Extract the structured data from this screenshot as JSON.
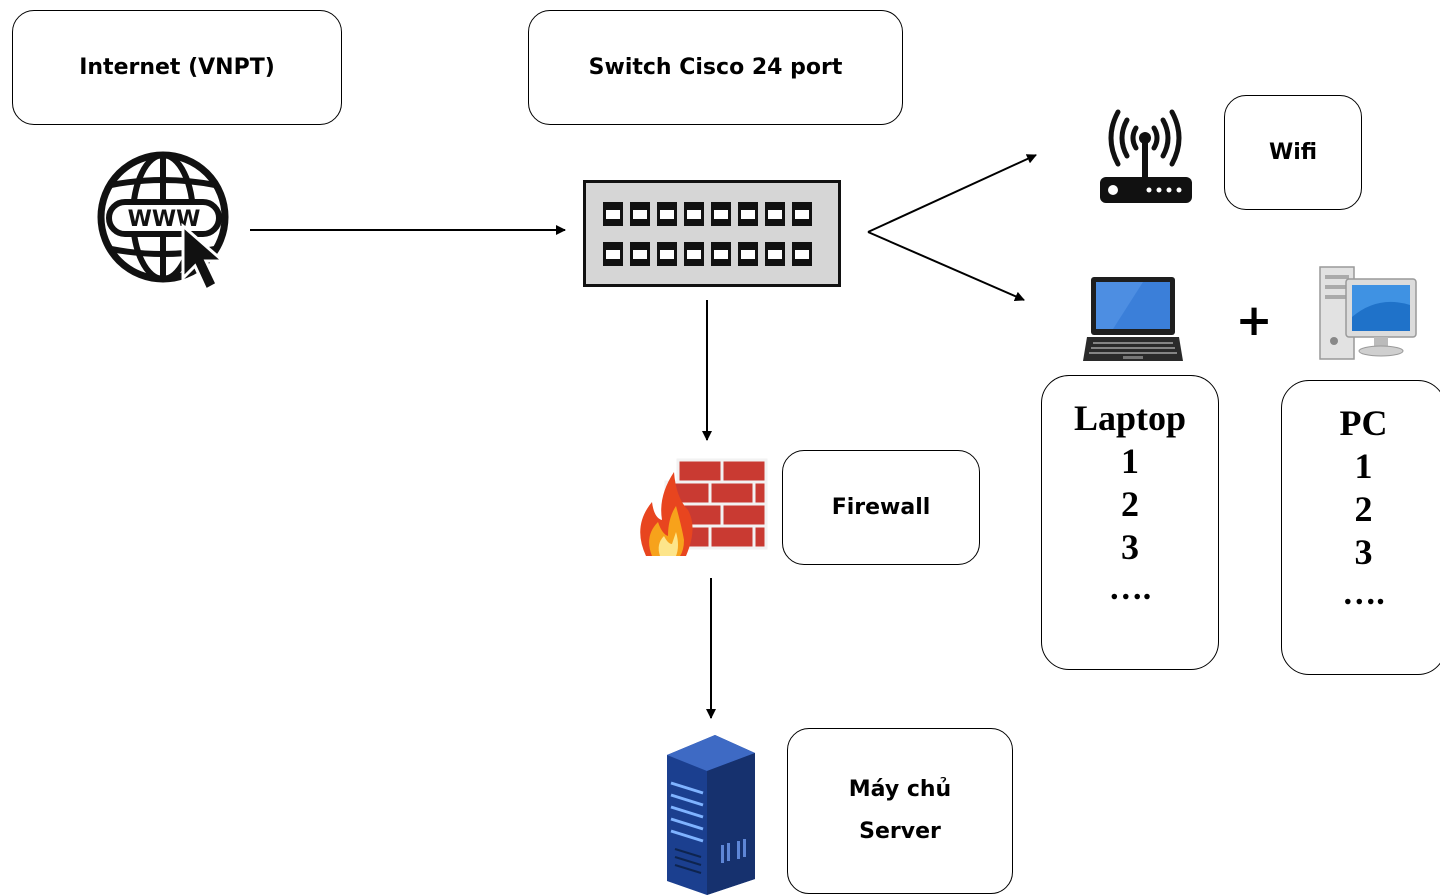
{
  "nodes": {
    "internet": "Internet (VNPT)",
    "switch": "Switch Cisco 24 port",
    "wifi": "Wifi",
    "firewall": "Firewall",
    "server_line1": "Máy chủ",
    "server_line2": "Server"
  },
  "icons": {
    "www": "WWW",
    "plus": "+"
  },
  "laptop_list": {
    "title": "Laptop",
    "items": [
      "1",
      "2",
      "3"
    ],
    "more": "…."
  },
  "pc_list": {
    "title": "PC",
    "items": [
      "1",
      "2",
      "3"
    ],
    "more": "…."
  }
}
